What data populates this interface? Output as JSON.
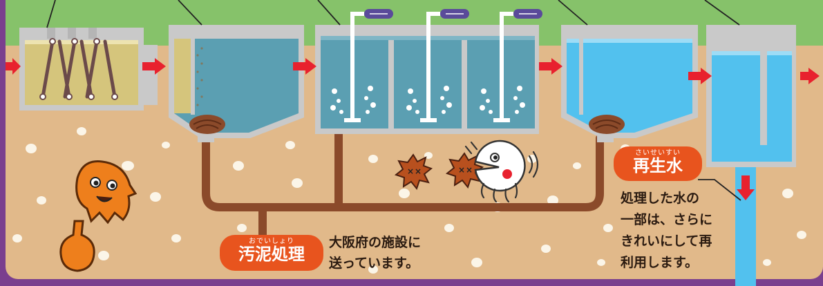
{
  "labels": {
    "sludge": {
      "reading": "おでいしょり",
      "text": "汚泥処理"
    },
    "reclaimed": {
      "reading": "さいせいすい",
      "text": "再生水"
    }
  },
  "notes": {
    "sludge_line1": "大阪府の施設に",
    "sludge_line2": "送っています。",
    "reclaimed_line1": "処理した水の",
    "reclaimed_line2": "一部は、さらに",
    "reclaimed_line3": "きれいにして再",
    "reclaimed_line4": "利用します。"
  },
  "colors": {
    "soil": "#e1b98a",
    "grass": "#86c26a",
    "concrete": "#c9c9c9",
    "murky_water": "#d5c57c",
    "blue_water": "#5b9fb2",
    "clean_water": "#52c1ee",
    "pipe_brown": "#8b4a2a",
    "arrow_red": "#e8212e",
    "label_orange": "#e8541e",
    "border_purple": "#7a3f8e"
  },
  "icons": [
    "screen-bars-icon",
    "sludge-pile-icon",
    "air-blower-icon",
    "microbe-icon",
    "pacman-microbe-icon",
    "ghost-character-icon",
    "flask-character-icon",
    "flow-arrow-icon",
    "down-arrow-icon"
  ]
}
